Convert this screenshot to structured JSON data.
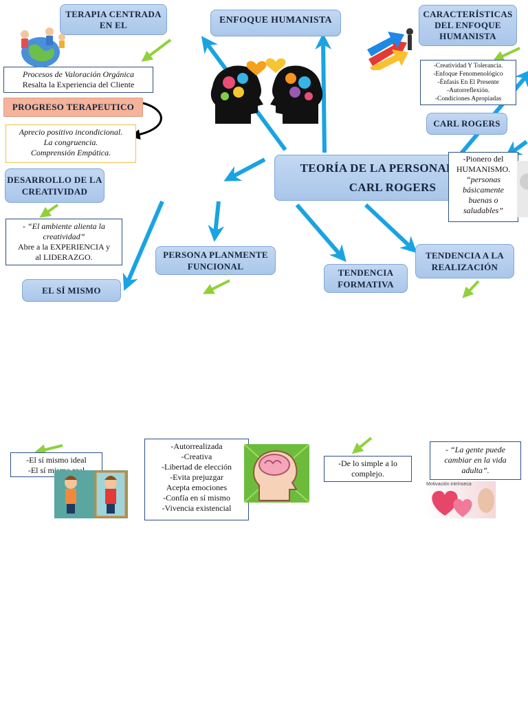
{
  "nodes": {
    "terapia": "TERAPIA CENTRADA EN EL",
    "enfoque": "ENFOQUE HUMANISTA",
    "caracteristicas": "CARACTERÍSTICAS DEL ENFOQUE HUMANISTA",
    "progreso": "PROGRESO TERAPEUTICO",
    "carl": "CARL ROGERS",
    "creatividad": "DESARROLLO DE LA CREATIVIDAD",
    "teoria_1": "TEORÍA DE LA PERSONALIDAD",
    "teoria_2": "CARL ROGERS",
    "persona": "PERSONA PLANMENTE FUNCIONAL",
    "formativa": "TENDENCIA FORMATIVA",
    "realizacion": "TENDENCIA A LA REALIZACIÓN",
    "si_mismo": "EL SÍ MISMO"
  },
  "boxes": {
    "valoracion": [
      "Procesos de Valoración Orgánica",
      "Resalta la Experiencia del Cliente"
    ],
    "aprecio": [
      "Aprecio positivo incondicional.",
      "La congruencia.",
      "Comprensión Empática."
    ],
    "caract": [
      "-Creatividad Y Tolerancia.",
      "-Enfoque Fenomenológico",
      "-Énfasis En El Presente",
      "-Autorreflexión.",
      "-Condiciones Apropiadas"
    ],
    "pionero": [
      "-Pionero del",
      "HUMANISMO.",
      "“personas",
      "básicamente",
      "buenas o",
      "saludables”"
    ],
    "ambiente": [
      "- “El ambiente alienta la",
      "creatividad”",
      "Abre a la EXPERIENCIA y",
      "al LIDERAZGO."
    ],
    "si_ideal": [
      "-El sí mismo ideal",
      "-El sí mismo real"
    ],
    "funcional": [
      "-Autorrealizada",
      "-Creativa",
      "-Libertad de elección",
      "-Evita prejuzgar",
      "Acepta emociones",
      "-Confía en sí mismo",
      "-Vivencia existencial"
    ],
    "simple": [
      "-De lo simple a lo",
      "complejo."
    ],
    "gente": [
      "- “La gente puede",
      "cambiar en la vida",
      "adulta”."
    ]
  },
  "image_caption": "Motivación intrínseca",
  "colors": {
    "node_fill": "#b4cfee",
    "node_border": "#7ea6d8",
    "arrow": "#1aa3e3",
    "green_arrow": "#8fd13a",
    "progreso_fill": "#f4b49b"
  }
}
